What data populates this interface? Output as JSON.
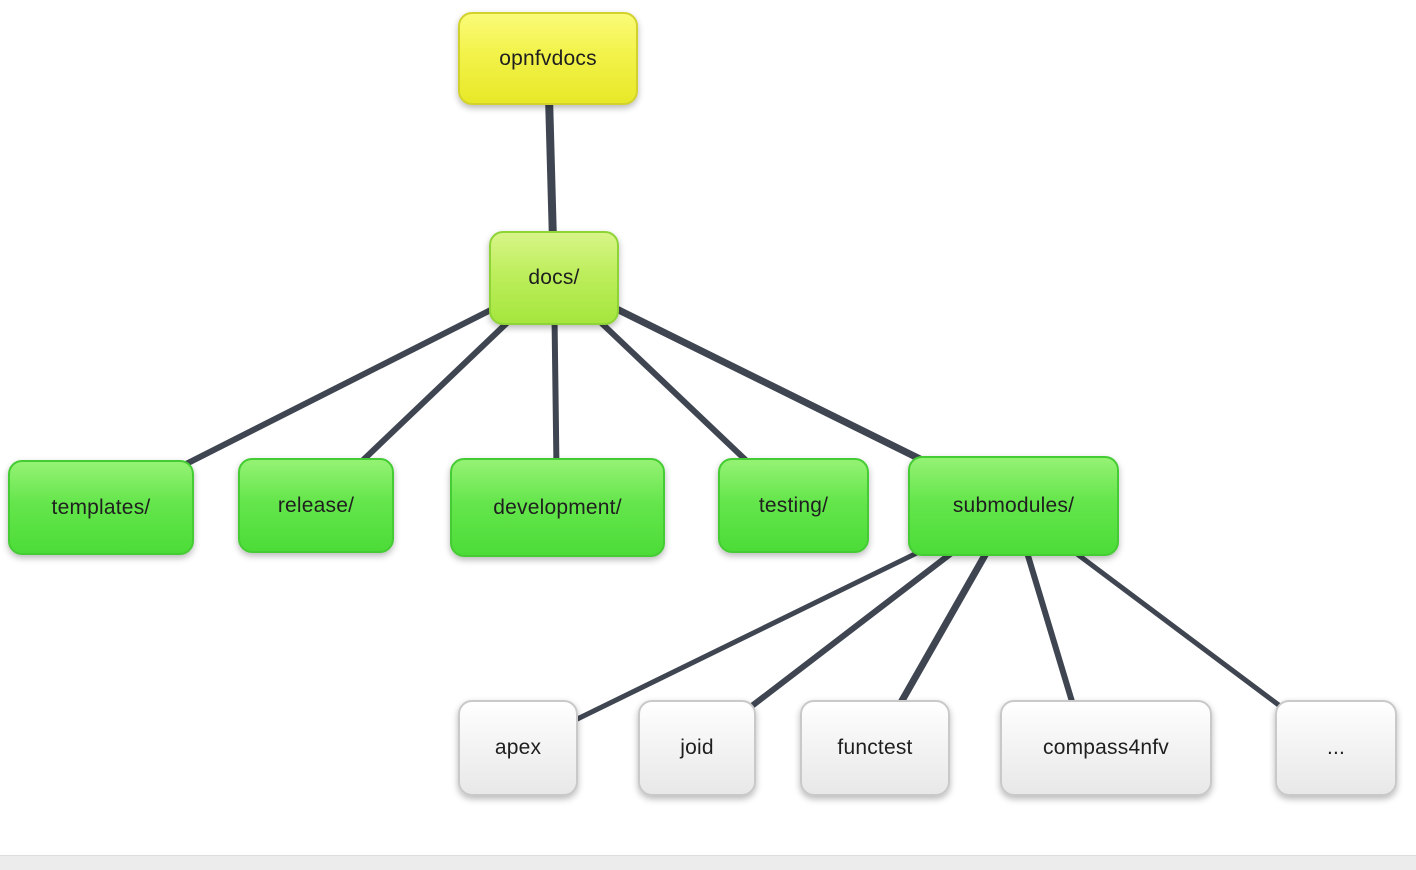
{
  "diagram": {
    "type": "tree",
    "nodes": {
      "root": {
        "label": "opnfvdocs",
        "level": 0,
        "color": "#f0f040"
      },
      "docs": {
        "label": "docs/",
        "level": 1,
        "color": "#b8ee55"
      },
      "templates": {
        "label": "templates/",
        "level": 2,
        "color": "#5ce246"
      },
      "release": {
        "label": "release/",
        "level": 2,
        "color": "#5ce246"
      },
      "development": {
        "label": "development/",
        "level": 2,
        "color": "#5ce246"
      },
      "testing": {
        "label": "testing/",
        "level": 2,
        "color": "#5ce246"
      },
      "submodules": {
        "label": "submodules/",
        "level": 2,
        "color": "#5ce246"
      },
      "apex": {
        "label": "apex",
        "level": 3,
        "color": "#f2f2f2"
      },
      "joid": {
        "label": "joid",
        "level": 3,
        "color": "#f2f2f2"
      },
      "functest": {
        "label": "functest",
        "level": 3,
        "color": "#f2f2f2"
      },
      "compass4nfv": {
        "label": "compass4nfv",
        "level": 3,
        "color": "#f2f2f2"
      },
      "more": {
        "label": "...",
        "level": 3,
        "color": "#f2f2f2"
      }
    },
    "edges": [
      [
        "opnfvdocs",
        "docs/"
      ],
      [
        "docs/",
        "templates/"
      ],
      [
        "docs/",
        "release/"
      ],
      [
        "docs/",
        "development/"
      ],
      [
        "docs/",
        "testing/"
      ],
      [
        "docs/",
        "submodules/"
      ],
      [
        "submodules/",
        "apex"
      ],
      [
        "submodules/",
        "joid"
      ],
      [
        "submodules/",
        "functest"
      ],
      [
        "submodules/",
        "compass4nfv"
      ],
      [
        "submodules/",
        "..."
      ]
    ],
    "edge_color": "#3f4652",
    "text_color": "#1f1f1f"
  }
}
